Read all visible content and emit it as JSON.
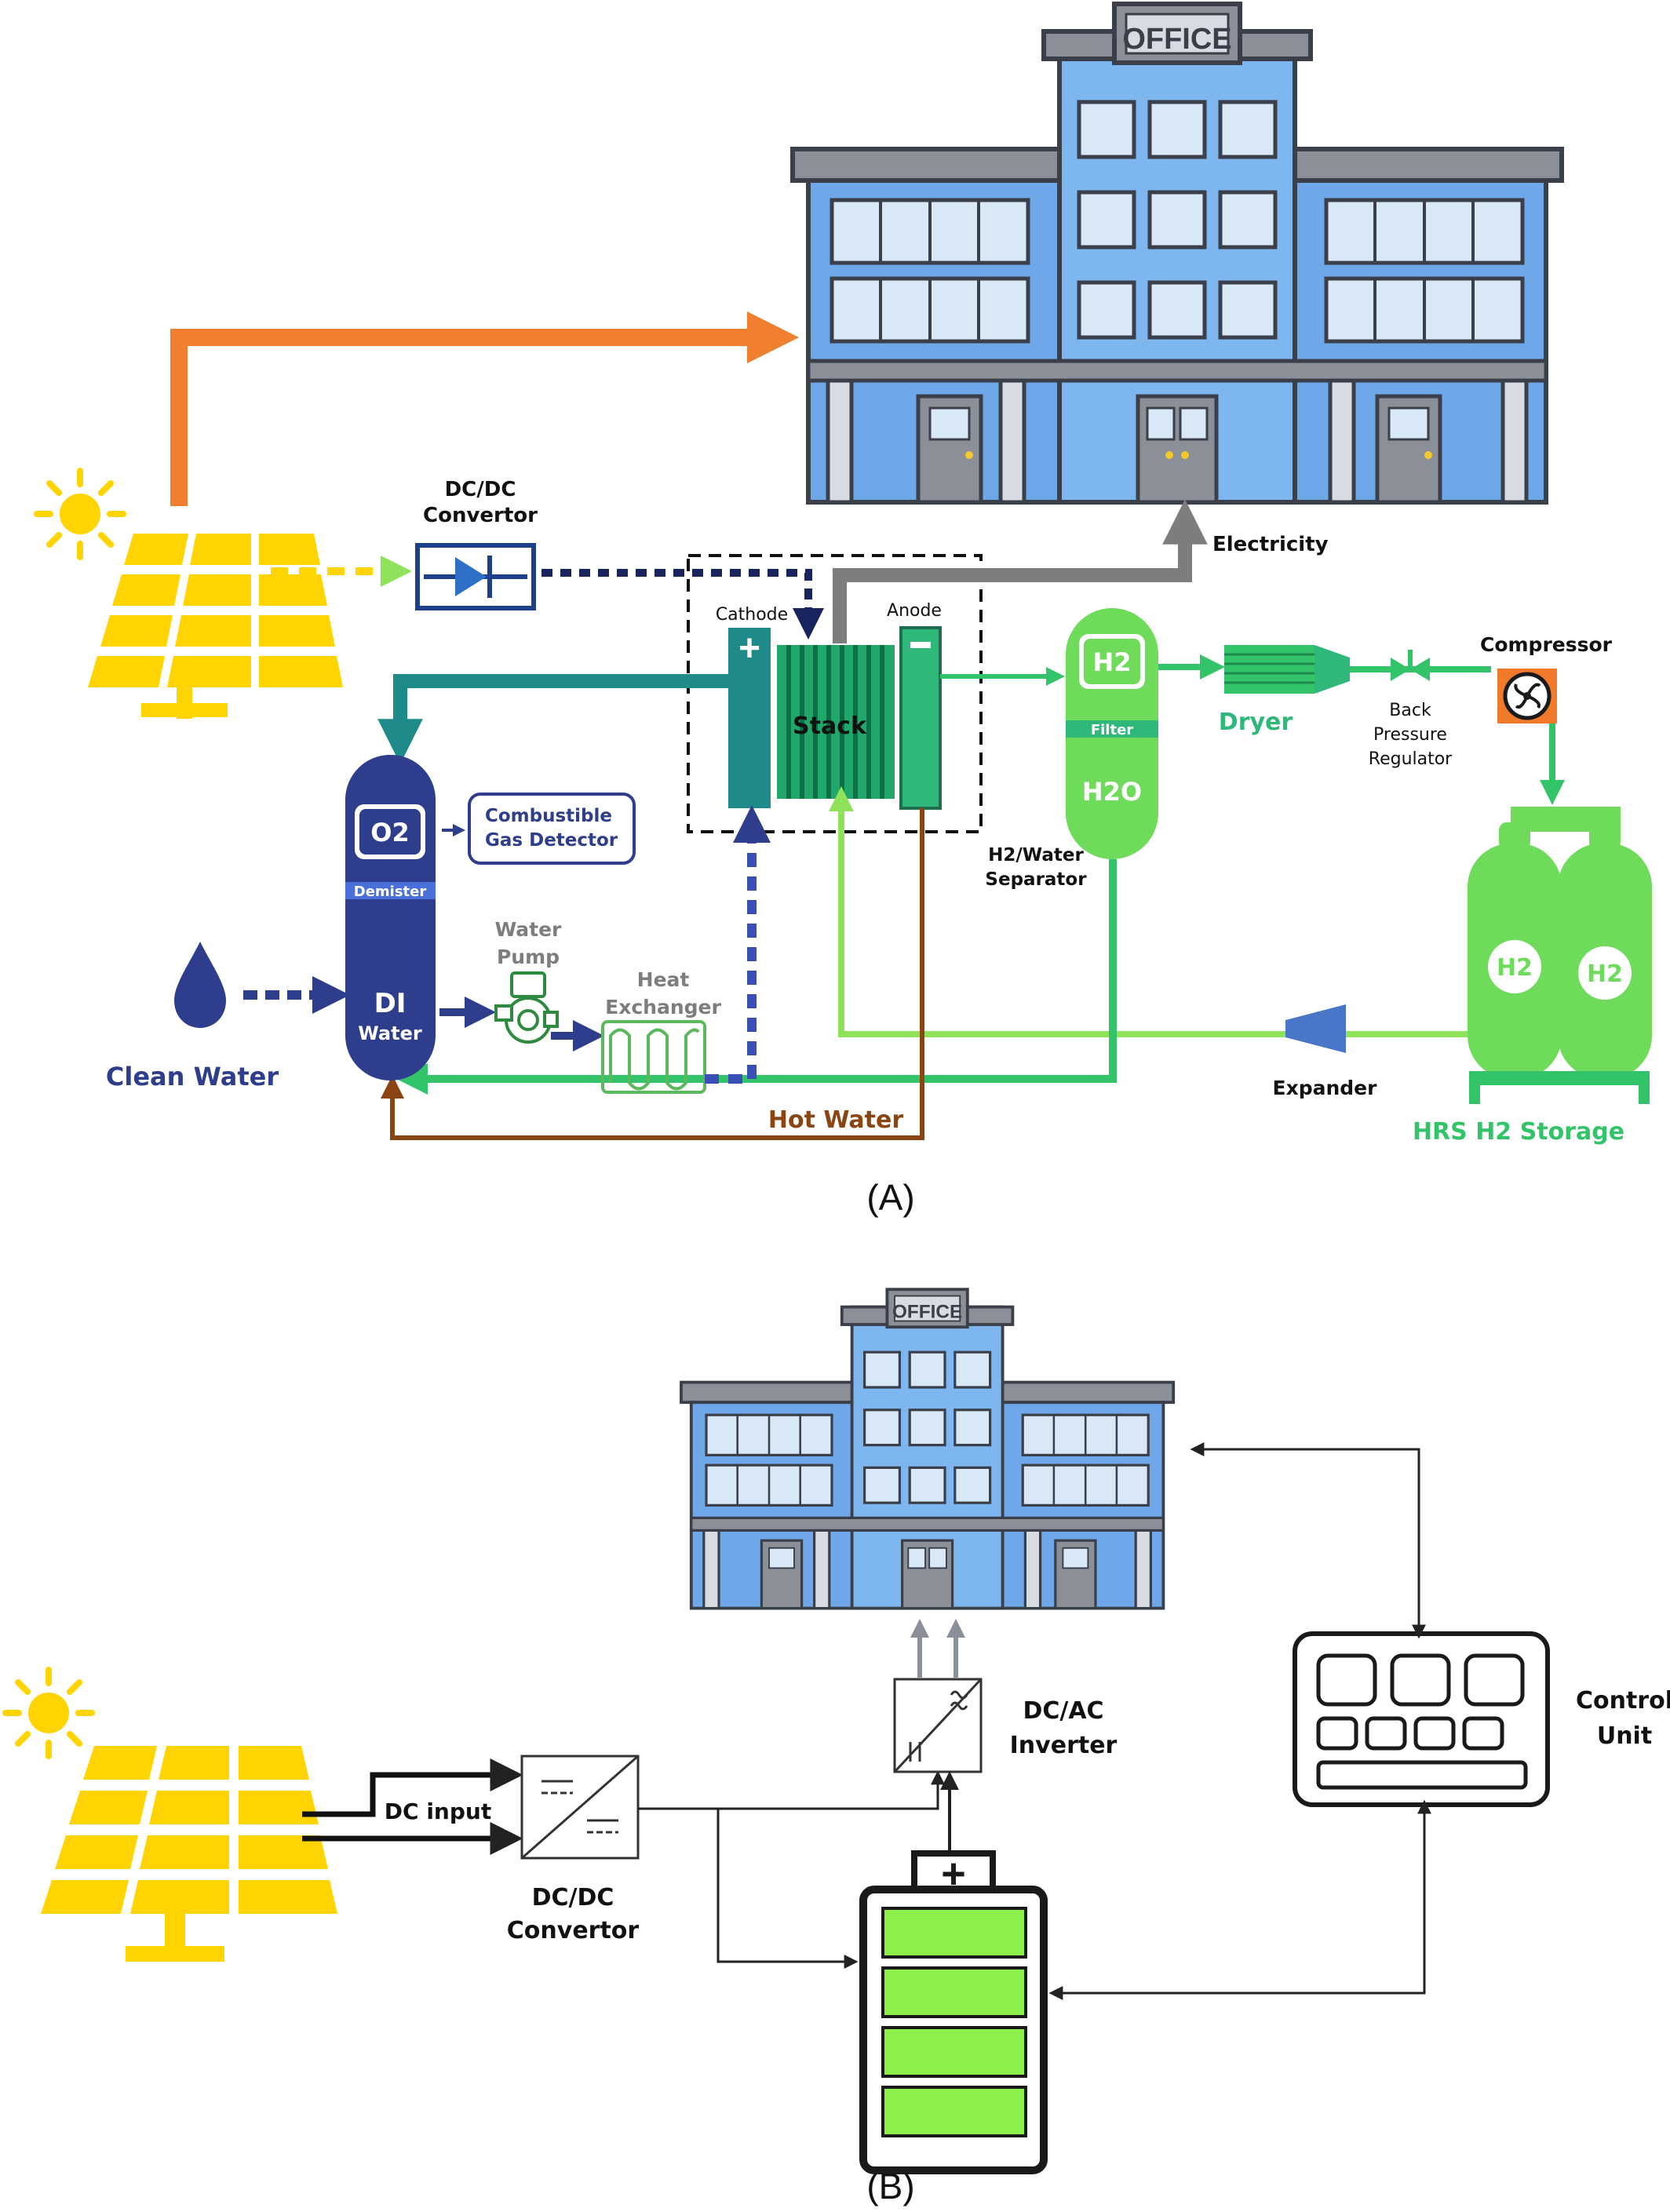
{
  "panel_a": {
    "caption": "(A)",
    "office_sign": "OFFICE",
    "dcdc_convertor": [
      "DC/DC",
      "Convertor"
    ],
    "electricity": "Electricity",
    "cathode": "Cathode",
    "anode": "Anode",
    "stack": "Stack",
    "separator_top": "H2",
    "separator_filter": "Filter",
    "separator_bottom": "H2O",
    "separator_label": [
      "H2/Water",
      "Separator"
    ],
    "dryer": "Dryer",
    "back_pressure_regulator": [
      "Back",
      "Pressure",
      "Regulator"
    ],
    "compressor": "Compressor",
    "tank_label_1": "H2",
    "tank_label_2": "H2",
    "storage_label": "HRS H2 Storage",
    "expander": "Expander",
    "o2": "O2",
    "demister": "Demister",
    "di": "DI",
    "di_water": "Water",
    "gas_detector": [
      "Combustible",
      "Gas Detector"
    ],
    "water_pump": [
      "Water",
      "Pump"
    ],
    "heat_exchanger": [
      "Heat",
      "Exchanger"
    ],
    "clean_water": "Clean Water",
    "hot_water": "Hot Water"
  },
  "panel_b": {
    "caption": "(B)",
    "office_sign": "OFFICE",
    "dc_input": "DC input",
    "dcdc_convertor": [
      "DC/DC",
      "Convertor"
    ],
    "dcac_inverter": [
      "DC/AC",
      "Inverter"
    ],
    "control_unit": [
      "Control",
      "Unit"
    ]
  },
  "colors": {
    "solar": "#FFD400",
    "orange_arrow": "#F08030",
    "navy": "#2E3D8C",
    "teal": "#1F8A8A",
    "green": "#33C46A",
    "light_green": "#8EE35A",
    "brown": "#8B4513",
    "grey": "#7D7D7D",
    "building_blue": "#6FA8E8",
    "compressor": "#F07A2A"
  }
}
